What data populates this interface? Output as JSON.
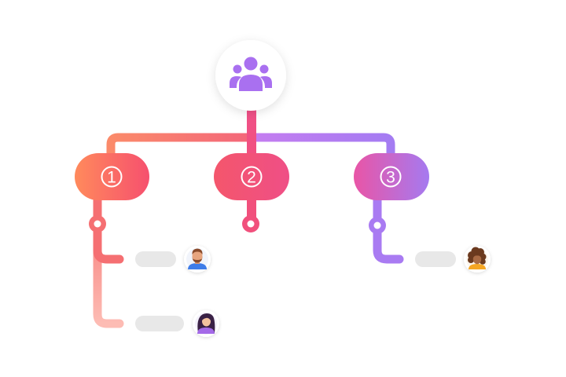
{
  "hub": {
    "icon": "team-icon",
    "icon_color": "#a970f0"
  },
  "groups": [
    {
      "label": "1",
      "colors": [
        "#ff8a5c",
        "#f6506e"
      ],
      "members": [
        {
          "avatar": "man-with-beard-avatar-icon"
        },
        {
          "avatar": "woman-long-hair-avatar-icon"
        }
      ]
    },
    {
      "label": "2",
      "colors": [
        "#f4566c",
        "#ef4f86"
      ],
      "members": []
    },
    {
      "label": "3",
      "colors": [
        "#e955a6",
        "#a57af0"
      ],
      "members": [
        {
          "avatar": "woman-curly-hair-avatar-icon"
        }
      ]
    }
  ],
  "colors": {
    "left_line": "#f56f72",
    "right_line": "#a97bf2",
    "placeholder_bar": "#e8e8e8"
  }
}
